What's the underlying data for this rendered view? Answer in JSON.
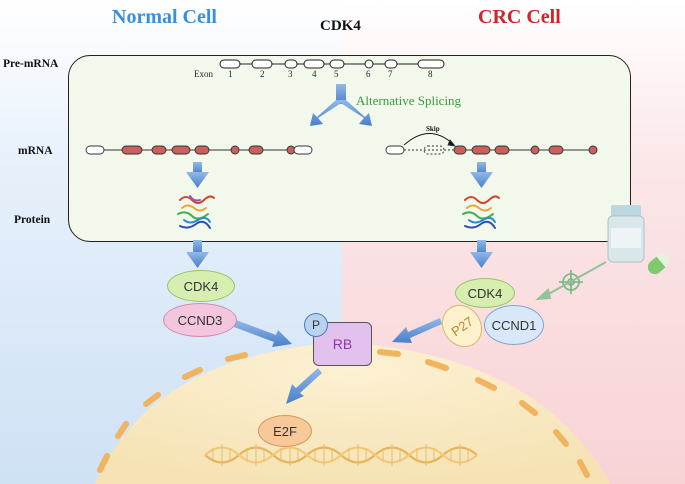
{
  "titles": {
    "left": "Normal Cell",
    "right": "CRC Cell",
    "gene": "CDK4"
  },
  "rows": {
    "pre_mrna": "Pre-mRNA",
    "mrna": "mRNA",
    "protein": "Protein"
  },
  "exon": {
    "prefix": "Exon",
    "numbers": [
      "1",
      "2",
      "3",
      "4",
      "5",
      "6",
      "7",
      "8"
    ]
  },
  "alt_splicing": "Alternative Splicing",
  "skip": "Skip",
  "proteins": {
    "left_kinase": "CDK4",
    "left_cyclin": "CCND3",
    "right_kinase": "CDK4",
    "right_cyclin": "CCND1",
    "inhibitor": "P27",
    "rb": "RB",
    "phospho": "P",
    "tf": "E2F"
  },
  "colors": {
    "normal_title": "#3a8fdc",
    "crc_title": "#d0242b",
    "exon_fill": "#c9605b",
    "arrow": "#5b8fd4",
    "box_fill": "#f3f8ec"
  }
}
